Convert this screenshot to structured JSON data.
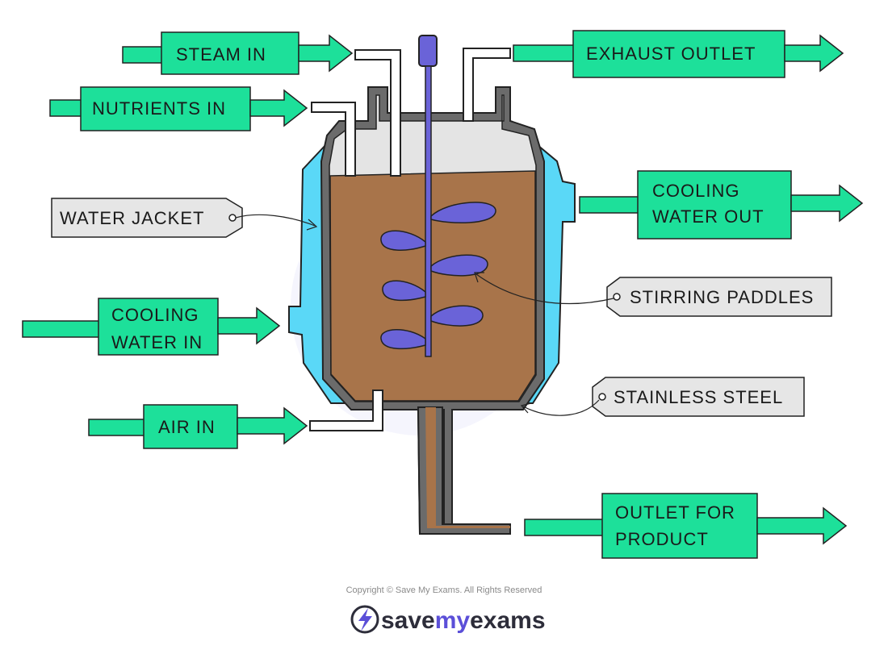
{
  "labels": {
    "steam_in": "STEAM IN",
    "nutrients_in": "NUTRIENTS IN",
    "exhaust_outlet": "EXHAUST OUTLET",
    "cooling_water_out_1": "COOLING",
    "cooling_water_out_2": "WATER OUT",
    "cooling_water_in_1": "COOLING",
    "cooling_water_in_2": "WATER IN",
    "air_in": "AIR IN",
    "outlet_for_product_1": "OUTLET FOR",
    "outlet_for_product_2": "PRODUCT",
    "water_jacket": "WATER JACKET",
    "stirring_paddles": "STIRRING PADDLES",
    "stainless_steel": "STAINLESS STEEL"
  },
  "footer": {
    "copyright": "Copyright © Save My Exams. All Rights Reserved",
    "brand_save": "save",
    "brand_my": "my",
    "brand_exams": "exams"
  },
  "colors": {
    "arrow_green": "#1de09a",
    "jacket_blue": "#5ad8f7",
    "steel_grey": "#6b6b6b",
    "broth_brown": "#a8744a",
    "headspace_grey": "#e4e4e4",
    "paddle_purple": "#6a63d8",
    "tag_grey": "#e6e6e6",
    "brand_purple": "#5b4fd8",
    "brand_dark": "#2d2d3a"
  },
  "icons": {
    "logo": "lightning-bolt-icon"
  }
}
